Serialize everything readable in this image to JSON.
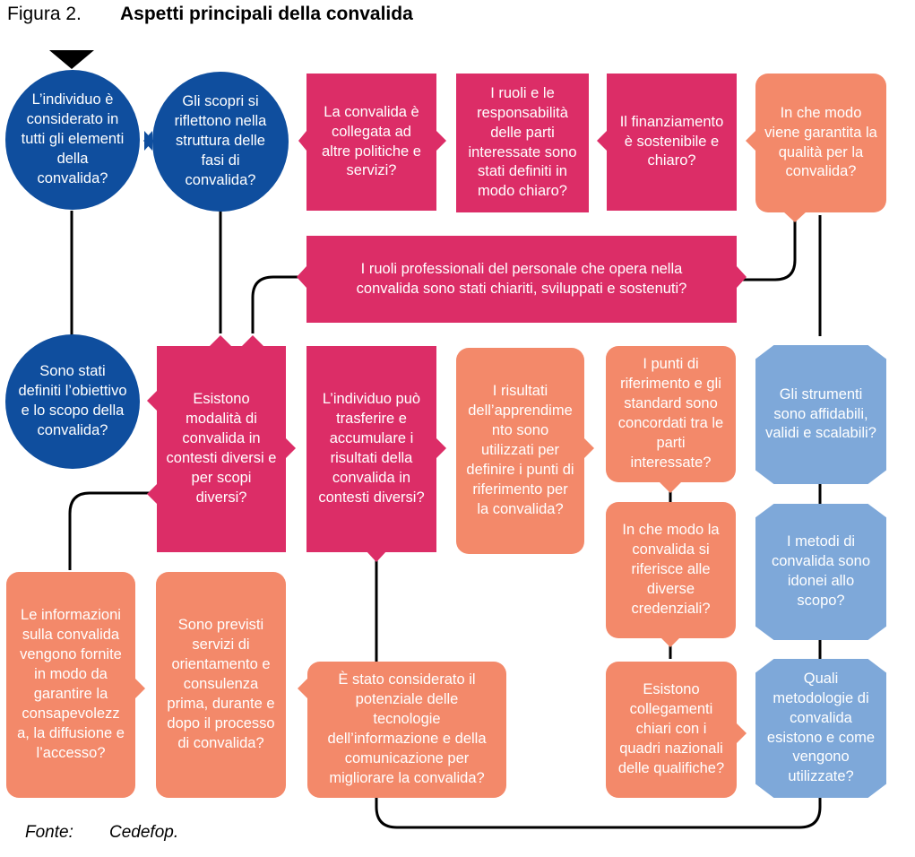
{
  "header": {
    "figure_label": "Figura 2.",
    "title": "Aspetti principali della convalida"
  },
  "colors": {
    "navy": "#0f4e9e",
    "pink": "#dc2d67",
    "orange": "#f3896a",
    "light_blue": "#7ea8d9",
    "line": "#000000"
  },
  "nodes": {
    "individuo_considerato": "L’individuo è considerato in tutti gli elementi della convalida?",
    "scopi_riflettono": "Gli scopri si riflettono nella struttura delle fasi di convalida?",
    "collegata_politiche": "La convalida è collegata ad altre politiche e servizi?",
    "ruoli_responsabilita": "I ruoli e le responsabilità delle parti interessate sono stati definiti in modo chiaro?",
    "finanziamento": "Il finanziamento è sostenibile e chiaro?",
    "qualita": "In che modo viene garantita la qualità per la convalida?",
    "ruoli_professionali": "I ruoli professionali del personale che opera nella convalida sono stati chiariti, sviluppati e sostenuti?",
    "obiettivo_scopo": "Sono stati definiti l’obiettivo e lo scopo della convalida?",
    "modalita_contesti": "Esistono modalità di convalida in contesti diversi e per scopi diversi?",
    "trasferire_accumulare": "L’individuo può trasferire e accumulare i risultati della convalida in contesti diversi?",
    "risultati_apprendimento": "I risultati dell’apprendime nto sono utilizzati per definire i punti di riferimento per la convalida?",
    "punti_riferimento": "I punti di riferimento e gli standard sono concordati tra le parti interessate?",
    "strumenti": "Gli strumenti sono affidabili, validi e scalabili?",
    "credenziali": "In che modo la convalida si riferisce alle diverse credenziali?",
    "metodi": "I metodi di convalida sono idonei allo scopo?",
    "informazioni": "Le informazioni sulla convalida vengono fornite in modo da garantire la consapevolezz a, la diffusione e l’accesso?",
    "orientamento": "Sono previsti servizi di orientamento e consulenza prima, durante e dopo il processo di convalida?",
    "tecnologie": "È stato considerato il potenziale delle tecnologie dell’informazione e della comunicazione per migliorare la convalida?",
    "quadri_nazionali": "Esistono collegamenti chiari con i quadri nazionali delle qualifiche?",
    "metodologie": "Quali metodologie di convalida esistono e come vengono utilizzate?"
  },
  "footer": {
    "label": "Fonte:",
    "source": "Cedefop."
  }
}
